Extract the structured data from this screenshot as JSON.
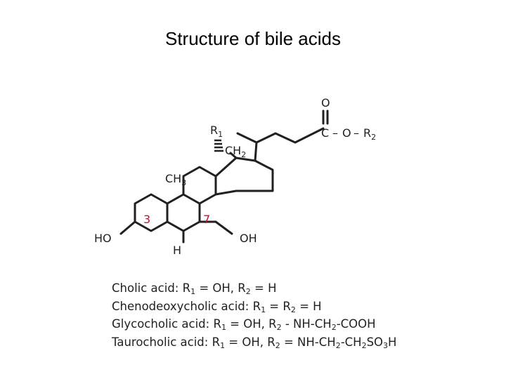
{
  "title": "Structure of bile acids",
  "structure": {
    "r1": "R",
    "r1_sub": "1",
    "ch2_side": "CH",
    "ch2_side_sub": "2",
    "ch3": "CH",
    "ch3_sub": "3",
    "carbonyl_o": "O",
    "ester_c": "C",
    "dash_1": "–",
    "ester_o": "O",
    "dash_2": "–",
    "r2": "R",
    "r2_sub": "2",
    "ho": "HO",
    "oh": "OH",
    "h": "H",
    "pos_3": "3",
    "pos_7": "7",
    "colors": {
      "bond": "#231f20",
      "numbering": "#c8102e"
    }
  },
  "legend": [
    {
      "name": "Cholic acid:",
      "r1": " R",
      "r1_sub": "1",
      "r1_val": " = OH, R",
      "r2_sub": "2",
      "r2_val": " = H"
    },
    {
      "name": "Chenodeoxycholic acid:",
      "r1": " R",
      "r1_sub": "1",
      "r1_val": " = R",
      "r2_sub": "2",
      "r2_val": " = H"
    },
    {
      "name": "Glycocholic acid:",
      "r1": " R",
      "r1_sub": "1",
      "r1_val": " = OH, R",
      "r2_sub": "2",
      "r2_val": " - NH-CH",
      "ch_sub": "2",
      "tail": "-COOH"
    },
    {
      "name": "Taurocholic acid:",
      "r1": " R",
      "r1_sub": "1",
      "r1_val": " = OH, R",
      "r2_sub": "2",
      "r2_val": " = NH-CH",
      "ch_sub": "2",
      "tail": "-CH",
      "ch2_sub": "2",
      "tail2": "SO",
      "so_sub": "3",
      "tail3": "H"
    }
  ]
}
